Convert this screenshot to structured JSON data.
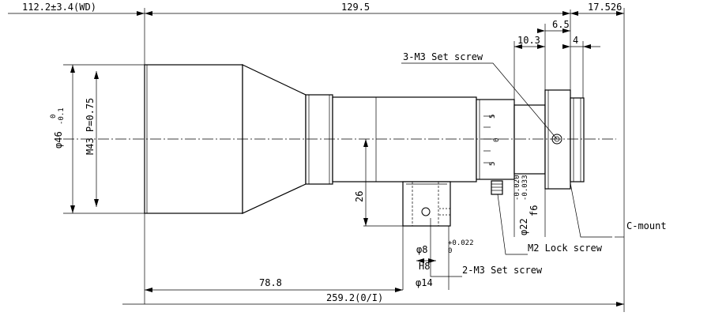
{
  "drawing": {
    "dims": {
      "wd": "112.2±3.4(WD)",
      "length_129": "129.5",
      "mount_17": "17.526",
      "d_6_5": "6.5",
      "d_10_3": "10.3",
      "d_4": "4",
      "dia_46": "φ46",
      "dia_46_tol_upper": "0",
      "dia_46_tol_lower": "-0.1",
      "thread_m43": "M43 P=0.75",
      "height_26": "26",
      "dia_22": "φ22",
      "dia_22_tol_upper": "-0.020",
      "dia_22_tol_lower": "-0.033",
      "dia_22_fit": "f6",
      "dia_8": "φ8",
      "dia_8_tol_upper": "+0.022",
      "dia_8_tol_lower": "0",
      "dia_8_fit": "H8",
      "dia_14": "φ14",
      "len_78": "78.8",
      "total_259": "259.2(0/I)"
    },
    "callouts": {
      "set_screw_3": "3-M3 Set screw",
      "set_screw_2": "2-M3 Set screw",
      "lock_screw": "M2 Lock screw",
      "c_mount": "C-mount"
    },
    "ring_marks": [
      "5",
      "0",
      "5"
    ]
  }
}
